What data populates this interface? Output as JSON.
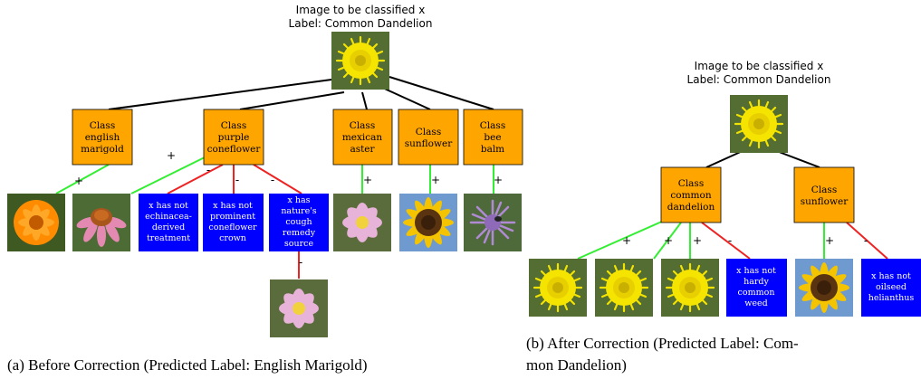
{
  "panel_a": {
    "root_title": [
      "Image to be classified x",
      "Label: Common Dandelion"
    ],
    "classes": [
      [
        "Class",
        "english",
        "marigold"
      ],
      [
        "Class",
        "purple",
        "coneflower"
      ],
      [
        "Class",
        "mexican",
        "aster"
      ],
      [
        "Class",
        "sunflower"
      ],
      [
        "Class",
        "bee",
        "balm"
      ]
    ],
    "edge_signs": [
      "+",
      "+",
      "-",
      "-",
      "-",
      "+",
      "+",
      "+",
      "-"
    ],
    "concepts": [
      [
        "x has not",
        "echinacea-",
        "derived",
        "treatment"
      ],
      [
        "x has not",
        "prominent",
        "coneflower",
        "crown"
      ],
      [
        "x has",
        "nature's",
        "cough",
        "remedy",
        "source"
      ]
    ],
    "caption": "(a) Before Correction (Predicted Label: English Marigold)"
  },
  "panel_b": {
    "root_title": [
      "Image to be classified x",
      "Label: Common Dandelion"
    ],
    "classes": [
      [
        "Class",
        "common",
        "dandelion"
      ],
      [
        "Class",
        "sunflower"
      ]
    ],
    "edge_signs": [
      "+",
      "+",
      "+",
      "-",
      "+",
      "-"
    ],
    "concepts": [
      [
        "x has not",
        "hardy",
        "common",
        "weed"
      ],
      [
        "x has not",
        "oilseed",
        "helianthus"
      ]
    ],
    "caption_lines": [
      "(b) After Correction (Predicted Label: Com-",
      "mon Dandelion)"
    ]
  },
  "colors": {
    "class_box": "#ffa500",
    "concept_box": "#0000ff",
    "positive_edge": "#33ee33",
    "negative_edge": "#ee2222",
    "tree_edge": "#000000"
  },
  "icons": [
    "dandelion-image",
    "marigold-image",
    "coneflower-image",
    "cosmos-image",
    "sunflower-image",
    "bee-balm-image"
  ]
}
